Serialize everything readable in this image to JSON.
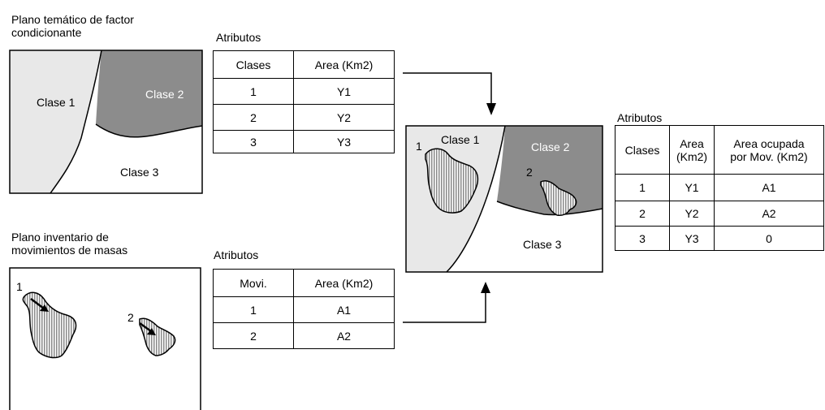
{
  "thematic_map": {
    "caption_line1": "Plano temático de factor",
    "caption_line2": "condicionante",
    "class1": "Clase 1",
    "class2": "Clase 2",
    "class3": "Clase 3",
    "attr_title": "Atributos",
    "headers": [
      "Clases",
      "Area (Km2)"
    ],
    "rows": [
      [
        "1",
        "Y1"
      ],
      [
        "2",
        "Y2"
      ],
      [
        "3",
        "Y3"
      ]
    ]
  },
  "inventory_map": {
    "caption_line1": "Plano inventario de",
    "caption_line2": "movimientos de masas",
    "mov1": "1",
    "mov2": "2",
    "attr_title": "Atributos",
    "headers": [
      "Movi.",
      "Area (Km2)"
    ],
    "rows": [
      [
        "1",
        "A1"
      ],
      [
        "2",
        "A2"
      ]
    ]
  },
  "overlay_map": {
    "class1": "Clase 1",
    "class2": "Clase 2",
    "class3": "Clase 3",
    "mov1": "1",
    "mov2": "2",
    "attr_title": "Atributos",
    "headers": [
      "Clases",
      "Area",
      "Area ocupada"
    ],
    "headers_line2": [
      "",
      "(Km2)",
      "por Mov. (Km2)"
    ],
    "rows": [
      [
        "1",
        "Y1",
        "A1"
      ],
      [
        "2",
        "Y2",
        "A2"
      ],
      [
        "3",
        "Y3",
        "0"
      ]
    ]
  },
  "colors": {
    "class1_fill": "#e8e8e8",
    "class2_fill": "#8c8c8c",
    "class3_fill": "#ffffff",
    "movement_fill": "#bdbdbd"
  }
}
